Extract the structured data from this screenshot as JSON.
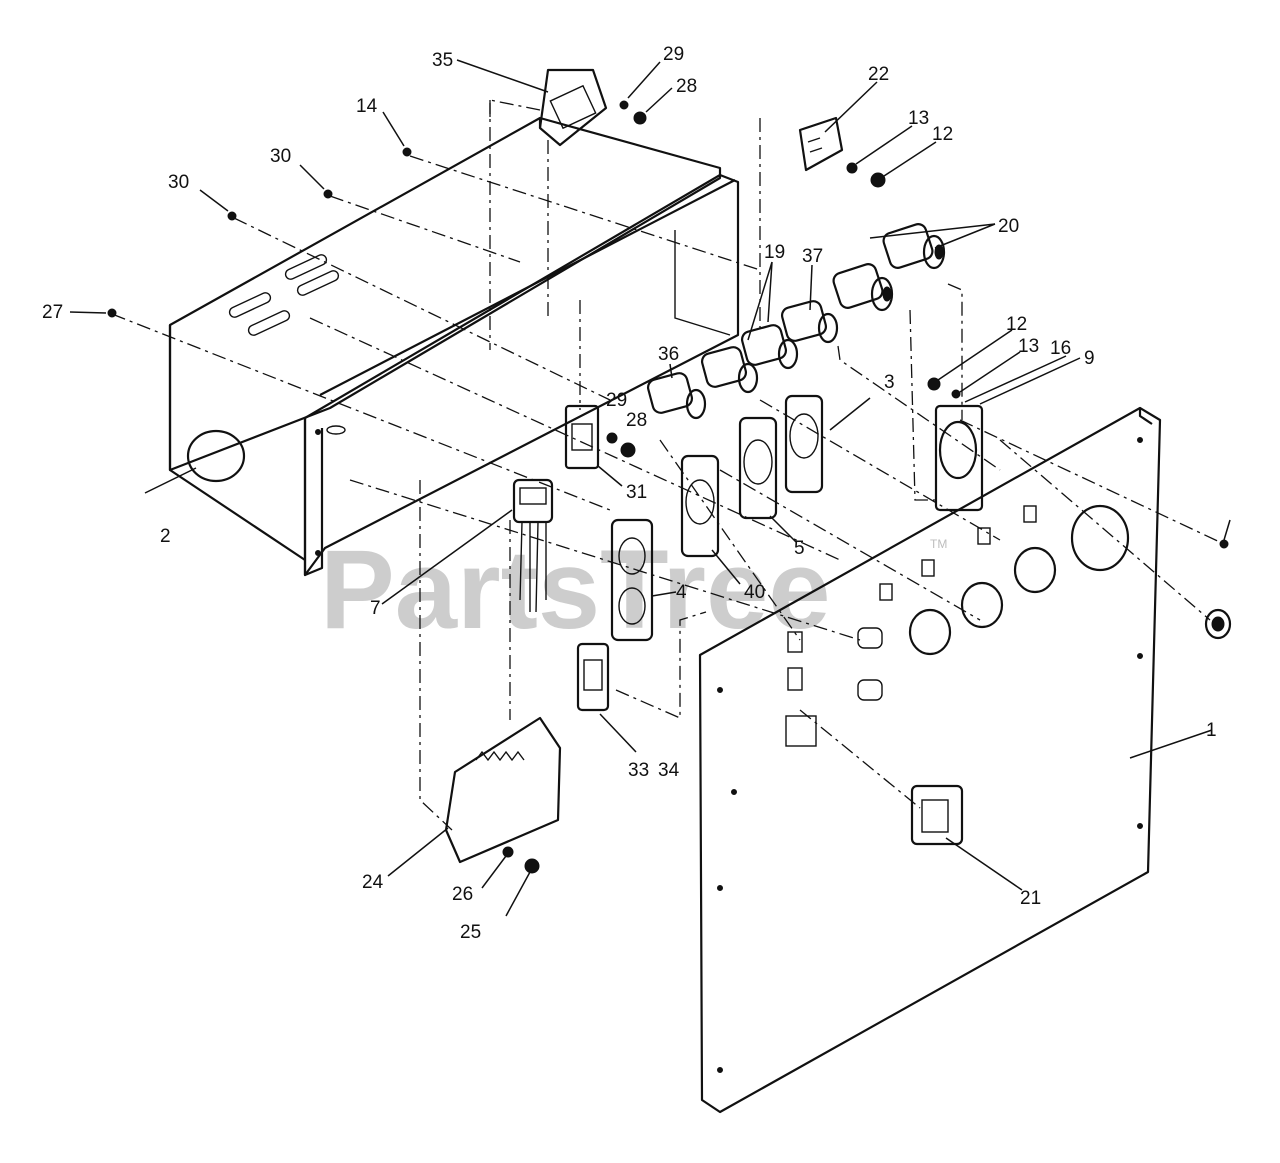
{
  "watermark": {
    "text": "PartsTree",
    "trademark": "TM"
  },
  "callouts": [
    {
      "id": "c35",
      "text": "35"
    },
    {
      "id": "c29a",
      "text": "29"
    },
    {
      "id": "c28a",
      "text": "28"
    },
    {
      "id": "c14",
      "text": "14"
    },
    {
      "id": "c30a",
      "text": "30"
    },
    {
      "id": "c30b",
      "text": "30"
    },
    {
      "id": "c27",
      "text": "27"
    },
    {
      "id": "c22",
      "text": "22"
    },
    {
      "id": "c13a",
      "text": "13"
    },
    {
      "id": "c12a",
      "text": "12"
    },
    {
      "id": "c20",
      "text": "20"
    },
    {
      "id": "c19",
      "text": "19"
    },
    {
      "id": "c37",
      "text": "37"
    },
    {
      "id": "c36",
      "text": "36"
    },
    {
      "id": "c12b",
      "text": "12"
    },
    {
      "id": "c13b",
      "text": "13"
    },
    {
      "id": "c16",
      "text": "16"
    },
    {
      "id": "c9",
      "text": "9"
    },
    {
      "id": "c3",
      "text": "3"
    },
    {
      "id": "c29b",
      "text": "29"
    },
    {
      "id": "c28b",
      "text": "28"
    },
    {
      "id": "c31",
      "text": "31"
    },
    {
      "id": "c2",
      "text": "2"
    },
    {
      "id": "c7",
      "text": "7"
    },
    {
      "id": "c5",
      "text": "5"
    },
    {
      "id": "c40",
      "text": "40"
    },
    {
      "id": "c4",
      "text": "4"
    },
    {
      "id": "c1",
      "text": "1"
    },
    {
      "id": "c33",
      "text": "33"
    },
    {
      "id": "c34",
      "text": "34"
    },
    {
      "id": "c24",
      "text": "24"
    },
    {
      "id": "c26",
      "text": "26"
    },
    {
      "id": "c25",
      "text": "25"
    },
    {
      "id": "c21",
      "text": "21"
    }
  ]
}
